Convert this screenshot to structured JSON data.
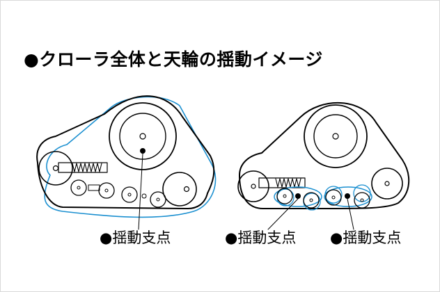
{
  "title": "●クローラ全体と天輪の揺動イメージ",
  "pivot_labels": [
    "●揺動支点",
    "●揺動支点",
    "●揺動支点"
  ],
  "colors": {
    "outline": "#000000",
    "track_swing": "#1a8fd0",
    "frame_border": "#d9d9d9"
  }
}
